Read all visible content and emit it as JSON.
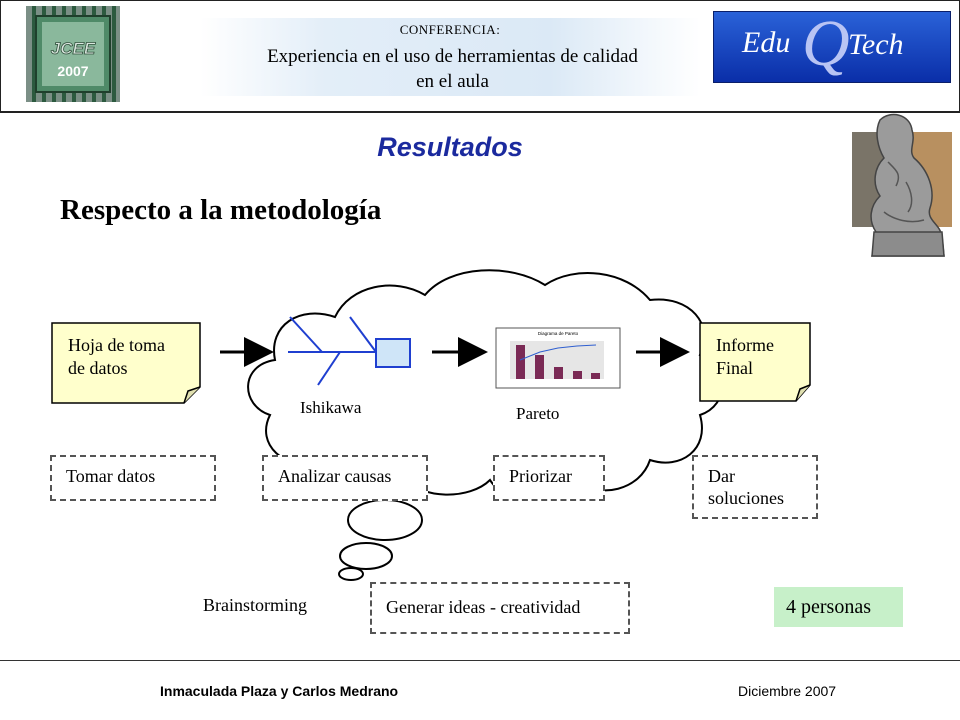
{
  "header": {
    "conference_label": "CONFERENCIA:",
    "conference_title_line1": "Experiencia en el uso de herramientas de calidad",
    "conference_title_line2": "en el aula",
    "logo_left_text": "JCEE",
    "logo_left_year": "2007",
    "logo_right_edu": "Edu",
    "logo_right_q": "Q",
    "logo_right_tech": "Tech"
  },
  "slide": {
    "section_title": "Resultados",
    "subtitle": "Respecto a la metodología"
  },
  "diagram": {
    "note_left": [
      "Hoja de toma",
      "de datos"
    ],
    "note_right": [
      "Informe",
      "Final"
    ],
    "ishikawa_label": "Ishikawa",
    "pareto_label": "Pareto",
    "pareto_thumb_title": "Diagrama de Pareto",
    "steps": [
      "Tomar datos",
      "Analizar causas",
      "Priorizar",
      "Dar soluciones"
    ],
    "brainstorming_label": "Brainstorming",
    "ideas_box": "Generar ideas - creatividad",
    "people_badge": "4 personas"
  },
  "footer": {
    "authors": "Inmaculada Plaza y Carlos Medrano",
    "date": "Diciembre 2007"
  },
  "colors": {
    "title_blue": "#1b2a9e",
    "note_yellow": "#ffffcc",
    "badge_green": "#c7f0c9",
    "logo_blue": "#0a2ea8"
  }
}
